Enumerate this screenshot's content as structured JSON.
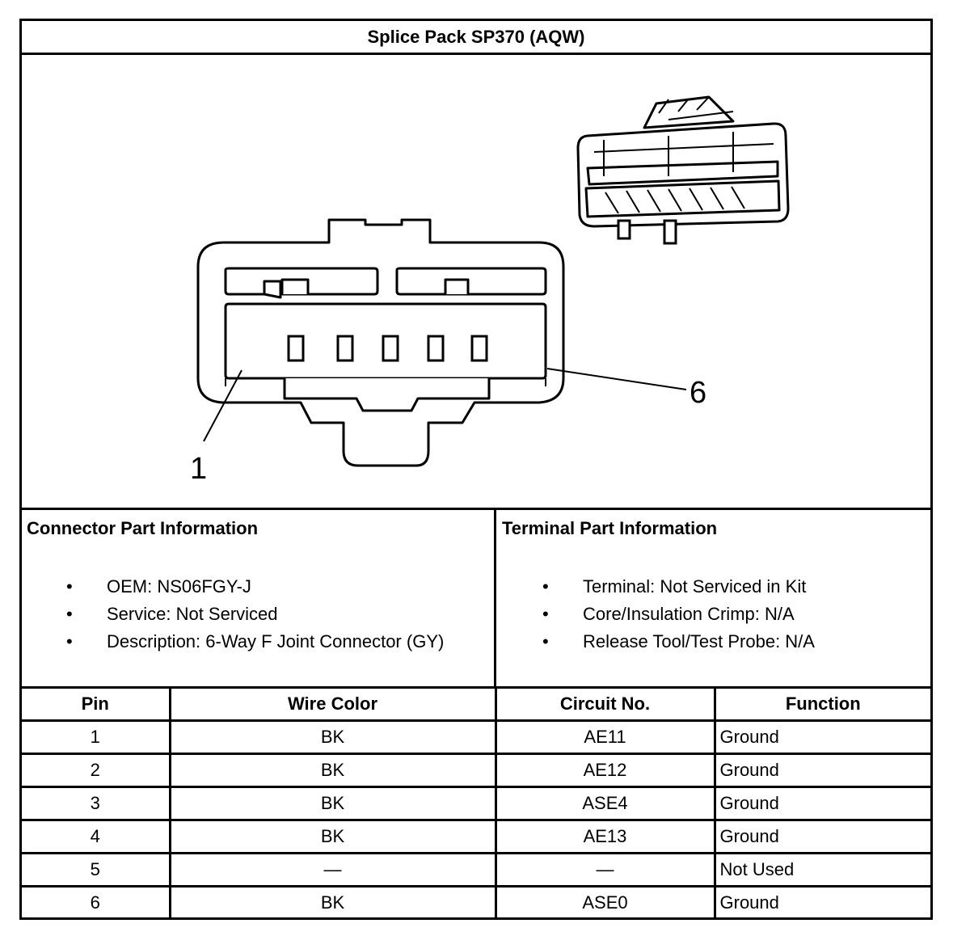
{
  "title": "Splice Pack SP370 (AQW)",
  "figure": {
    "callouts": {
      "pin_1": "1",
      "pin_6": "6"
    }
  },
  "connector_info": {
    "heading": "Connector Part Information",
    "items": [
      "OEM: NS06FGY-J",
      "Service: Not Serviced",
      "Description: 6-Way F Joint Connector (GY)"
    ]
  },
  "terminal_info": {
    "heading": "Terminal Part Information",
    "items": [
      "Terminal: Not Serviced in Kit",
      "Core/Insulation Crimp: N/A",
      "Release Tool/Test Probe: N/A"
    ]
  },
  "bullet": "•",
  "table": {
    "headers": [
      "Pin",
      "Wire Color",
      "Circuit No.",
      "Function"
    ],
    "rows": [
      [
        "1",
        "BK",
        "AE11",
        "Ground"
      ],
      [
        "2",
        "BK",
        "AE12",
        "Ground"
      ],
      [
        "3",
        "BK",
        "ASE4",
        "Ground"
      ],
      [
        "4",
        "BK",
        "AE13",
        "Ground"
      ],
      [
        "5",
        "—",
        "—",
        "Not Used"
      ],
      [
        "6",
        "BK",
        "ASE0",
        "Ground"
      ]
    ]
  }
}
